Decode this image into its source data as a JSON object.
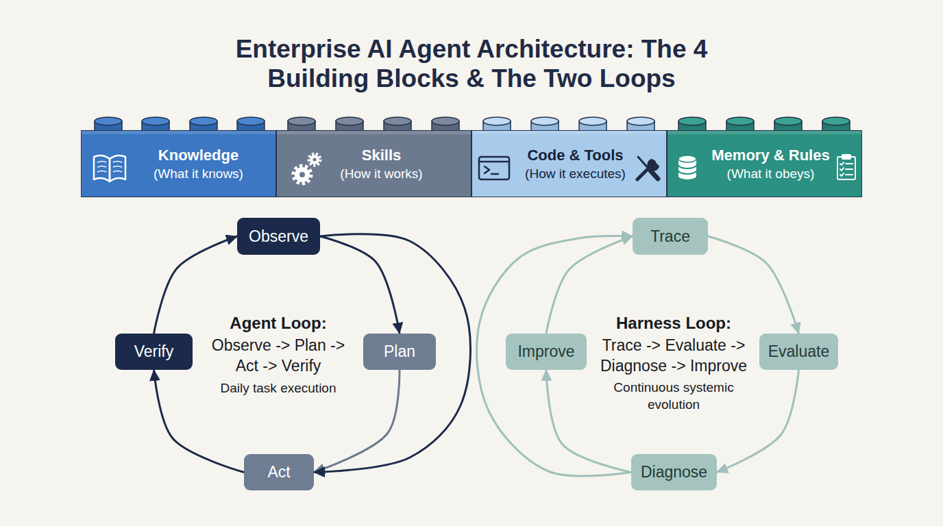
{
  "diagram": {
    "title": "Enterprise AI Agent Architecture: The 4 Building Blocks & The Two Loops",
    "nodes": [
      {
        "text": [
          "Knowledge",
          "(What it knows)"
        ]
      },
      {
        "text": [
          "Skills",
          "(How it works)"
        ]
      },
      {
        "text": [
          "Code & Tools",
          "(How it executes)"
        ]
      },
      {
        "text": [
          "Memory & Rules",
          "(What it obeys)"
        ]
      },
      {
        "text": [
          "Observe"
        ]
      },
      {
        "text": [
          "Trace"
        ]
      },
      {
        "text": [
          "Verify"
        ]
      },
      {
        "text": [
          "Plan"
        ]
      },
      {
        "text": [
          "Improve"
        ]
      },
      {
        "text": [
          "Evaluate"
        ]
      },
      {
        "text": [
          "Act"
        ]
      },
      {
        "text": [
          "Diagnose"
        ]
      }
    ],
    "edges": [
      {
        "from": 4,
        "to": 7,
        "arrow": "to"
      },
      {
        "from": 7,
        "to": 10,
        "arrow": "to"
      },
      {
        "from": 10,
        "to": 6,
        "arrow": "to"
      },
      {
        "from": 6,
        "to": 4,
        "arrow": "to"
      },
      {
        "from": 4,
        "to": 10,
        "arrow": "to"
      },
      {
        "from": 5,
        "to": 9,
        "arrow": "to"
      },
      {
        "from": 9,
        "to": 11,
        "arrow": "to"
      },
      {
        "from": 11,
        "to": 8,
        "arrow": "to"
      },
      {
        "from": 8,
        "to": 5,
        "arrow": "to"
      },
      {
        "from": 11,
        "to": 5,
        "arrow": "to"
      }
    ],
    "labels": [
      "Agent Loop:",
      "Observe -> Plan -> Act -> Verify",
      "Daily task execution",
      "Harness Loop:",
      "Trace -> Evaluate -> Diagnose -> Improve",
      "Continuous systemic evolution"
    ]
  }
}
